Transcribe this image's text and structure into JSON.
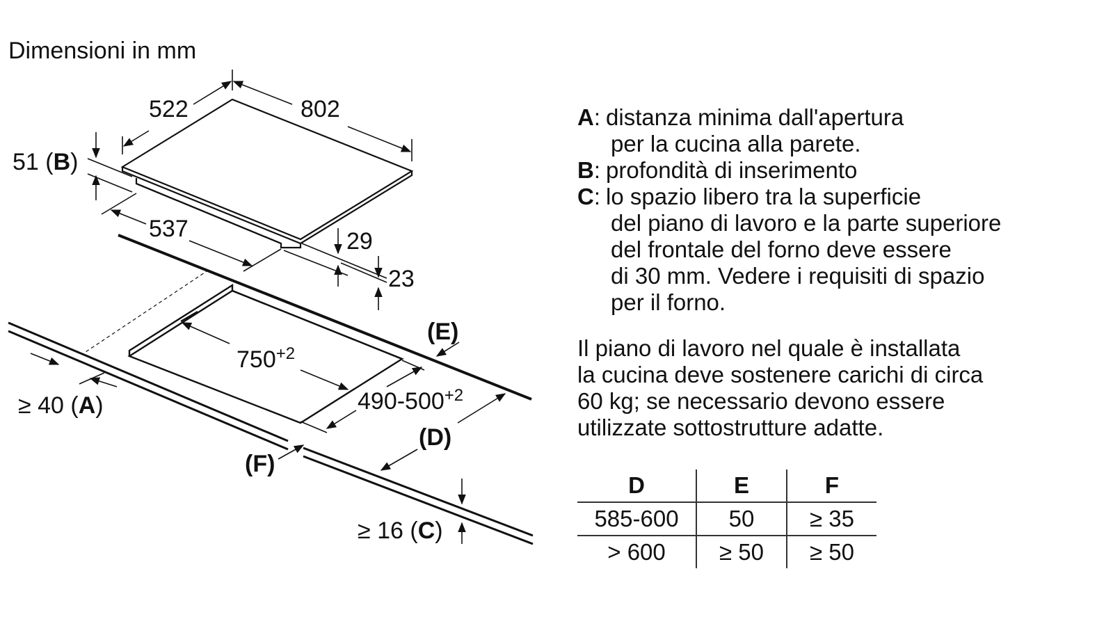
{
  "title": "Dimensioni in mm",
  "dimensions": {
    "width_top": "522",
    "length_top": "802",
    "height_b_value": "51 (",
    "height_b_key": "B",
    "height_b_close": ")",
    "depth_inner": "537",
    "depth_29": "29",
    "depth_23": "23",
    "cutout_length": "750",
    "cutout_length_tol": "+2",
    "cutout_width": "490-500",
    "cutout_width_tol": "+2",
    "label_e": "(E)",
    "label_d": "(D)",
    "label_f": "(F)",
    "min_a_prefix": "≥ 40 (",
    "min_a_key": "A",
    "min_a_close": ")",
    "min_c_prefix": "≥ 16 (",
    "min_c_key": "C",
    "min_c_close": ")"
  },
  "legend": [
    {
      "key": "A",
      "lines": [
        "distanza minima dall'apertura",
        "per la cucina alla parete."
      ]
    },
    {
      "key": "B",
      "lines": [
        "profondità di inserimento"
      ]
    },
    {
      "key": "C",
      "lines": [
        "lo spazio libero tra la superficie",
        "del piano di lavoro e la parte superiore",
        "del frontale del forno deve essere",
        "di 30 mm. Vedere i requisiti di spazio",
        "per il forno."
      ]
    }
  ],
  "note_lines": [
    "Il piano di lavoro nel quale è installata",
    "la cucina deve sostenere carichi di circa",
    "60 kg; se necessario devono essere",
    "utilizzate sottostrutture adatte."
  ],
  "table": {
    "headers": [
      "D",
      "E",
      "F"
    ],
    "rows": [
      [
        "585-600",
        "50",
        "≥ 35"
      ],
      [
        "> 600",
        "≥ 50",
        "≥ 50"
      ]
    ]
  }
}
